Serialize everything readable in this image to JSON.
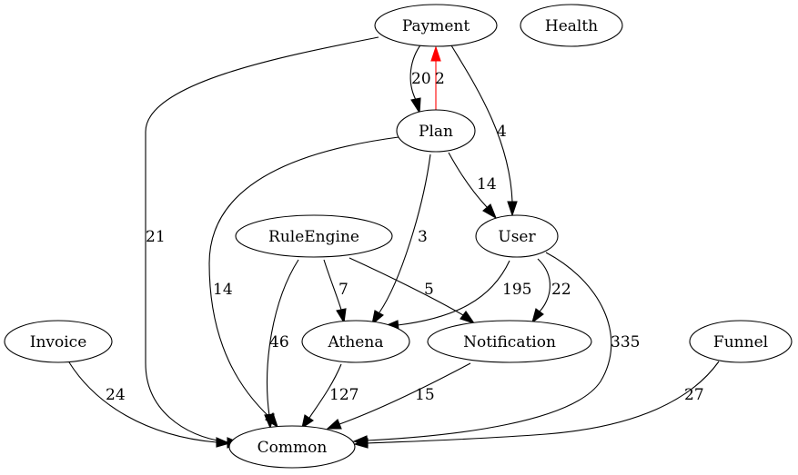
{
  "graph": {
    "nodes": [
      {
        "id": "payment",
        "label": "Payment"
      },
      {
        "id": "health",
        "label": "Health"
      },
      {
        "id": "plan",
        "label": "Plan"
      },
      {
        "id": "ruleengine",
        "label": "RuleEngine"
      },
      {
        "id": "user",
        "label": "User"
      },
      {
        "id": "invoice",
        "label": "Invoice"
      },
      {
        "id": "athena",
        "label": "Athena"
      },
      {
        "id": "notification",
        "label": "Notification"
      },
      {
        "id": "funnel",
        "label": "Funnel"
      },
      {
        "id": "common",
        "label": "Common"
      }
    ],
    "edges": [
      {
        "from": "Payment",
        "to": "Common",
        "label": "21",
        "color": "#000000"
      },
      {
        "from": "Payment",
        "to": "Plan",
        "label": "20",
        "color": "#000000"
      },
      {
        "from": "Plan",
        "to": "Payment",
        "label": "2",
        "color": "#ff0000"
      },
      {
        "from": "Payment",
        "to": "User",
        "label": "4",
        "color": "#000000"
      },
      {
        "from": "Plan",
        "to": "User",
        "label": "14",
        "color": "#000000"
      },
      {
        "from": "Plan",
        "to": "Athena",
        "label": "3",
        "color": "#000000"
      },
      {
        "from": "Plan",
        "to": "Common",
        "label": "14",
        "color": "#000000"
      },
      {
        "from": "RuleEngine",
        "to": "Athena",
        "label": "7",
        "color": "#000000"
      },
      {
        "from": "RuleEngine",
        "to": "Notification",
        "label": "5",
        "color": "#000000"
      },
      {
        "from": "RuleEngine",
        "to": "Common",
        "label": "46",
        "color": "#000000"
      },
      {
        "from": "User",
        "to": "Athena",
        "label": "195",
        "color": "#000000"
      },
      {
        "from": "User",
        "to": "Notification",
        "label": "22",
        "color": "#000000"
      },
      {
        "from": "User",
        "to": "Common",
        "label": "335",
        "color": "#000000"
      },
      {
        "from": "Invoice",
        "to": "Common",
        "label": "24",
        "color": "#000000"
      },
      {
        "from": "Athena",
        "to": "Common",
        "label": "127",
        "color": "#000000"
      },
      {
        "from": "Notification",
        "to": "Common",
        "label": "15",
        "color": "#000000"
      },
      {
        "from": "Funnel",
        "to": "Common",
        "label": "27",
        "color": "#000000"
      }
    ]
  }
}
